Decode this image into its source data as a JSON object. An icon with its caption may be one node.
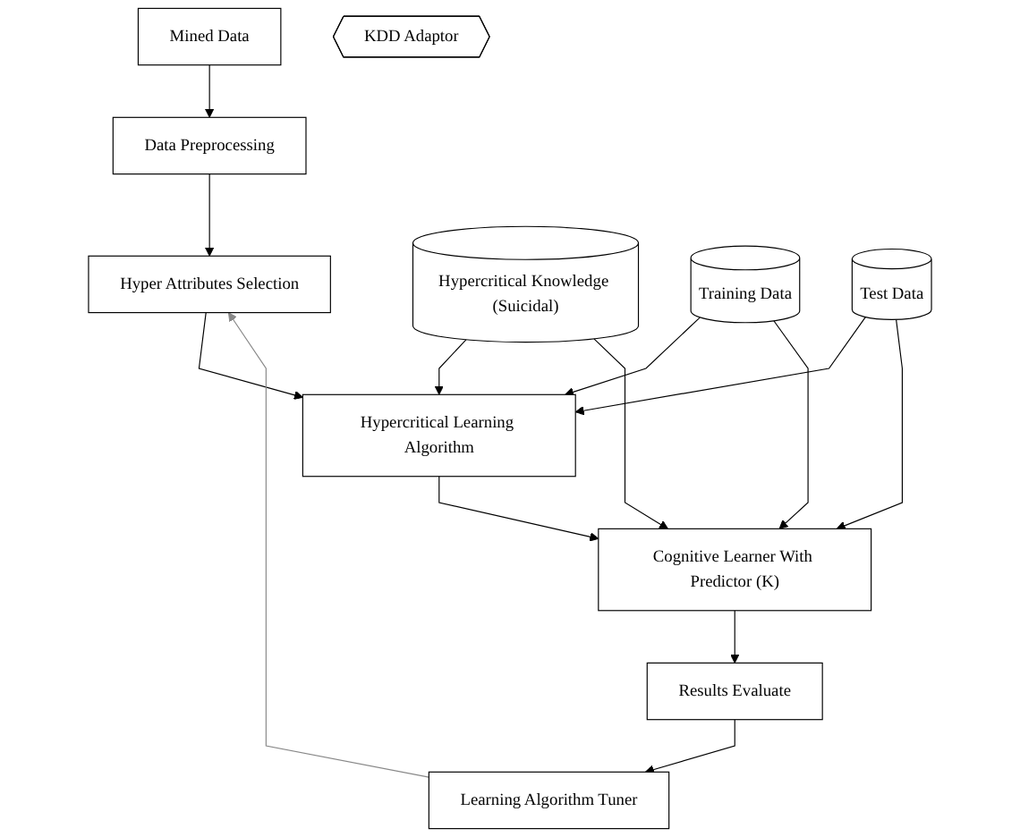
{
  "diagram": {
    "nodes": [
      {
        "text": [
          "Mined Data"
        ]
      },
      {
        "text": [
          "Data Preprocessing"
        ]
      },
      {
        "text": [
          "Hyper Attributes Selection"
        ]
      },
      {
        "text": [
          "Hypercritical Knowledge (Suicidal)"
        ]
      },
      {
        "text": [
          "Training Data"
        ]
      },
      {
        "text": [
          "Learning Algorithm Tuner"
        ]
      },
      {
        "text": [
          "Hypercritical Learning Algorithm"
        ]
      },
      {
        "text": [
          "Test Data"
        ]
      },
      {
        "text": [
          "KDD Adaptor"
        ]
      },
      {
        "text": [
          "Cognitive Learner With Predictor (K)"
        ]
      },
      {
        "text": [
          "Results Evaluate"
        ]
      }
    ],
    "edges": [
      {
        "from": 0,
        "to": 1,
        "arrow": "to"
      },
      {
        "from": 1,
        "to": 2,
        "arrow": "to"
      },
      {
        "from": 2,
        "to": 6,
        "arrow": "to"
      },
      {
        "from": 3,
        "to": 6,
        "arrow": "to"
      },
      {
        "from": 3,
        "to": 9,
        "arrow": "to"
      },
      {
        "from": 4,
        "to": 6,
        "arrow": "to"
      },
      {
        "from": 4,
        "to": 9,
        "arrow": "to"
      },
      {
        "from": 7,
        "to": 6,
        "arrow": "to"
      },
      {
        "from": 7,
        "to": 9,
        "arrow": "to"
      },
      {
        "from": 6,
        "to": 9,
        "arrow": "to"
      },
      {
        "from": 9,
        "to": 10,
        "arrow": "to"
      },
      {
        "from": 10,
        "to": 5,
        "arrow": "to"
      },
      {
        "from": 5,
        "to": 2,
        "arrow": "to",
        "color": "#888888"
      }
    ]
  }
}
